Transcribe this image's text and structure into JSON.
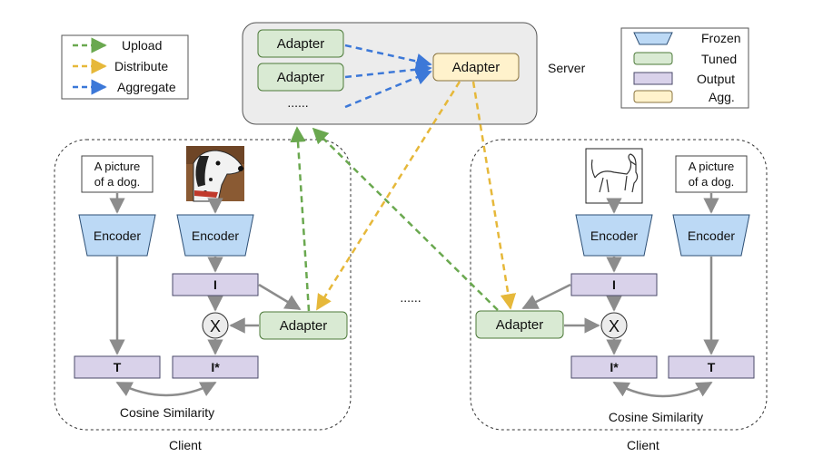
{
  "legend_arrows": {
    "upload": "Upload",
    "distribute": "Distribute",
    "aggregate": "Aggregate"
  },
  "legend_boxes": {
    "frozen": "Frozen",
    "tuned": "Tuned",
    "output": "Output",
    "agg": "Agg."
  },
  "server": {
    "label": "Server",
    "adapter_1": "Adapter",
    "adapter_2": "Adapter",
    "ellipsis": "......",
    "aggregated_adapter": "Adapter"
  },
  "clients_gap": "......",
  "left_client": {
    "label": "Client",
    "text_input": [
      "A picture",
      "of a dog."
    ],
    "text_encoder": "Encoder",
    "image_encoder": "Encoder",
    "image_feature": "I",
    "multiply": "X",
    "adapter": "Adapter",
    "text_feature": "T",
    "adapted_feature": "I*",
    "similarity": "Cosine Similarity"
  },
  "right_client": {
    "label": "Client",
    "text_input": [
      "A picture",
      "of a dog."
    ],
    "text_encoder": "Encoder",
    "image_encoder": "Encoder",
    "image_feature": "I",
    "multiply": "X",
    "adapter": "Adapter",
    "text_feature": "T",
    "adapted_feature": "I*",
    "similarity": "Cosine Similarity"
  },
  "colors": {
    "upload": "#6aa84f",
    "distribute": "#e6b83a",
    "aggregate": "#3c78d8",
    "frozen_fill": "#bcd9f5",
    "tuned_fill": "#d9ead3",
    "output_fill": "#d9d2ea",
    "agg_fill": "#fff2cc",
    "server_fill": "#ececec"
  },
  "icons": {
    "left_image": "dog-photo",
    "right_image": "dog-sketch"
  }
}
